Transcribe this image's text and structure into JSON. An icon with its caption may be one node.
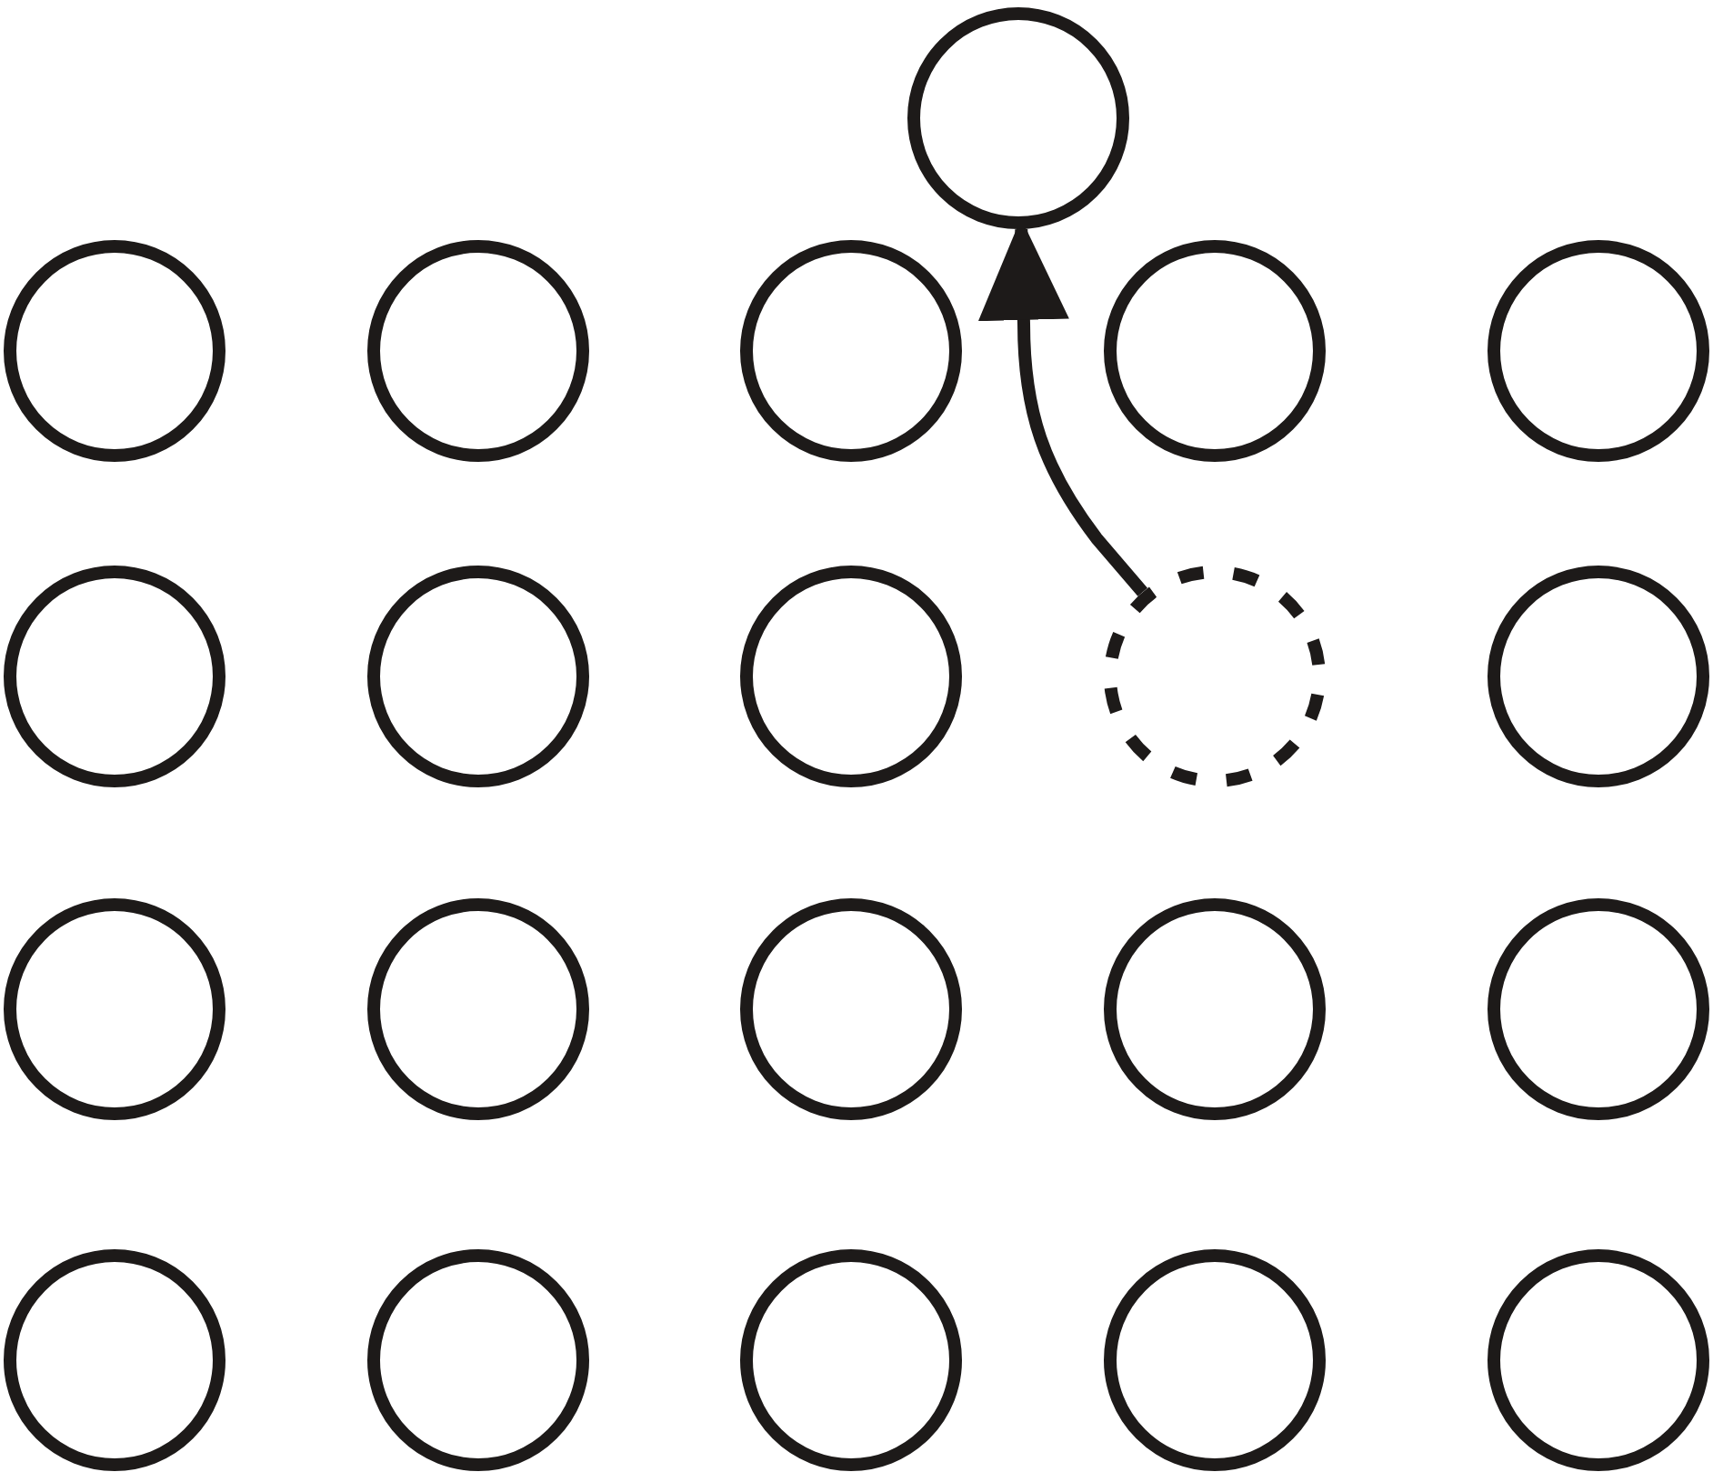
{
  "diagram": {
    "nodes": [
      {
        "text": [],
        "shape": "circle"
      },
      {
        "text": [],
        "shape": "circle"
      },
      {
        "text": [],
        "shape": "circle"
      },
      {
        "text": [],
        "shape": "circle"
      },
      {
        "text": [],
        "shape": "circle"
      },
      {
        "text": [],
        "shape": "circle"
      },
      {
        "text": [],
        "shape": "circle"
      },
      {
        "text": [],
        "shape": "circle"
      },
      {
        "text": [],
        "shape": "circle"
      },
      {
        "text": [],
        "shape": "circle"
      },
      {
        "text": [],
        "shape": "circle"
      },
      {
        "text": [],
        "shape": "circle"
      },
      {
        "text": [],
        "shape": "circle"
      },
      {
        "text": [],
        "shape": "circle"
      },
      {
        "text": [],
        "shape": "circle"
      },
      {
        "text": [],
        "shape": "circle"
      },
      {
        "text": [],
        "shape": "circle"
      },
      {
        "text": [],
        "shape": "circle"
      },
      {
        "text": [],
        "shape": "circle"
      },
      {
        "text": [],
        "shape": "circle"
      },
      {
        "text": [],
        "shape": "circle"
      }
    ],
    "edges": [
      {
        "from": 9,
        "to": 0,
        "arrow": "to"
      }
    ]
  }
}
